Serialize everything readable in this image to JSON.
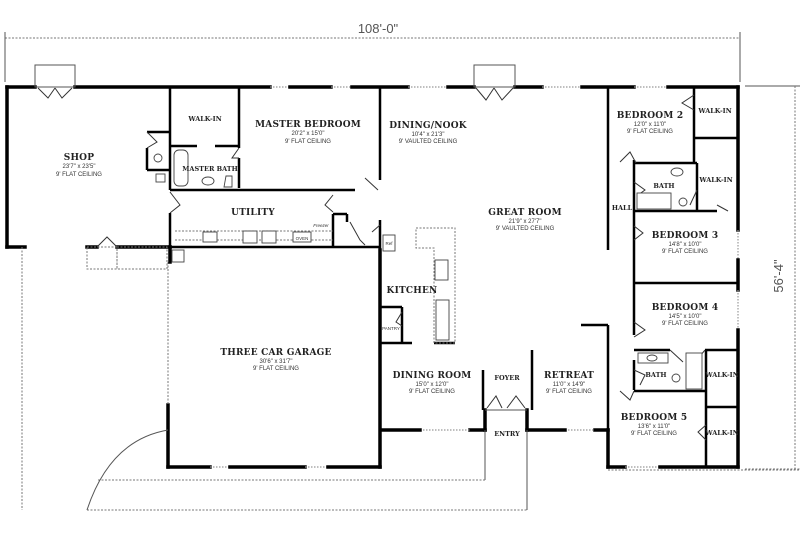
{
  "plan": {
    "overall_width": "108'-0\"",
    "overall_depth": "56'-4\"",
    "rooms": {
      "shop": {
        "name": "SHOP",
        "dims": "23'7\" x 23'5\"",
        "ceiling": "9' FLAT CEILING"
      },
      "walkin_master": {
        "name": "WALK-IN"
      },
      "master_bedroom": {
        "name": "MASTER BEDROOM",
        "dims": "20'2\" x 15'0\"",
        "ceiling": "9' FLAT CEILING"
      },
      "master_bath": {
        "name": "MASTER BATH"
      },
      "utility": {
        "name": "UTILITY",
        "freezer": "Freezer",
        "oven": "OVEN"
      },
      "dining_nook": {
        "name": "DINING/NOOK",
        "dims": "10'4\" x 21'3\"",
        "ceiling": "9' VAULTED CEILING"
      },
      "great_room": {
        "name": "GREAT ROOM",
        "dims": "21'9\" x 27'7\"",
        "ceiling": "9' VAULTED CEILING"
      },
      "kitchen": {
        "name": "KITCHEN",
        "ref": "Ref",
        "pantry": "PANTRY"
      },
      "garage": {
        "name": "THREE CAR GARAGE",
        "dims": "30'6\" x 31'7\"",
        "ceiling": "9' FLAT CEILING"
      },
      "dining_room": {
        "name": "DINING ROOM",
        "dims": "15'0\" x 12'0\"",
        "ceiling": "9' FLAT CEILING"
      },
      "foyer": {
        "name": "FOYER"
      },
      "entry": {
        "name": "ENTRY"
      },
      "retreat": {
        "name": "RETREAT",
        "dims": "11'0\" x 14'9\"",
        "ceiling": "9' FLAT CEILING"
      },
      "bedroom2": {
        "name": "BEDROOM 2",
        "dims": "12'0\" x 11'0\"",
        "ceiling": "9' FLAT CEILING"
      },
      "walkin_b2": {
        "name": "WALK-IN"
      },
      "bath1": {
        "name": "BATH"
      },
      "walkin_b3": {
        "name": "WALK-IN"
      },
      "hall": {
        "name": "HALL"
      },
      "bedroom3": {
        "name": "BEDROOM 3",
        "dims": "14'8\" x 10'0\"",
        "ceiling": "9' FLAT CEILING"
      },
      "bedroom4": {
        "name": "BEDROOM 4",
        "dims": "14'5\" x 10'0\"",
        "ceiling": "9' FLAT CEILING"
      },
      "bath2": {
        "name": "BATH"
      },
      "walkin_b4": {
        "name": "WALK-IN"
      },
      "bedroom5": {
        "name": "BEDROOM 5",
        "dims": "13'6\" x 11'0\"",
        "ceiling": "9' FLAT CEILING"
      },
      "walkin_b5": {
        "name": "WALK-IN"
      }
    }
  }
}
